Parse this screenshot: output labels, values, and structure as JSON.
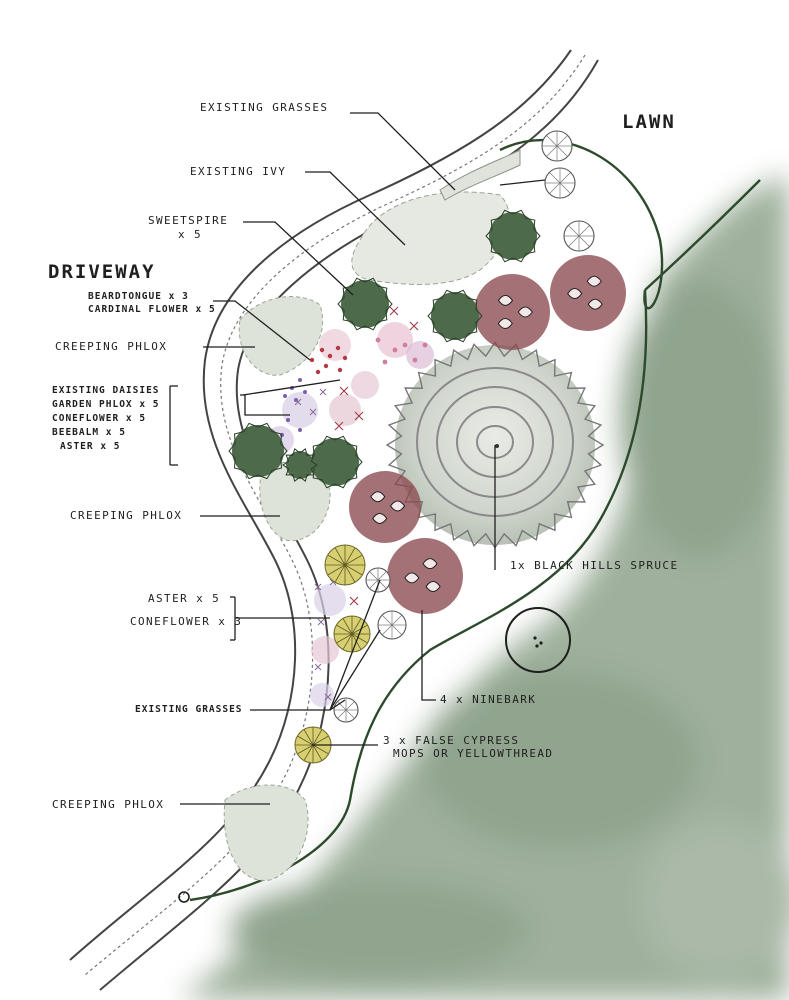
{
  "labels": {
    "lawn": "LAWN",
    "driveway": "DRIVEWAY",
    "existing_grasses_top": "EXISTING GRASSES",
    "existing_ivy": "EXISTING IVY",
    "sweetspire_1": "SWEETSPIRE",
    "sweetspire_2": "x 5",
    "beardtongue": "BEARDTONGUE x 3",
    "cardinal_flower": "CARDINAL FLOWER x 5",
    "creeping_phlox_1": "CREEPING PHLOX",
    "existing_daisies": "EXISTING DAISIES",
    "garden_phlox": "GARDEN PHLOX x 5",
    "coneflower_5": "CONEFLOWER x 5",
    "beebalm": "BEEBALM x 5",
    "aster_5_a": "ASTER x 5",
    "creeping_phlox_2": "CREEPING PHLOX",
    "black_hills_spruce": "1x BLACK HILLS SPRUCE",
    "aster_5_b": "ASTER x 5",
    "coneflower_3": "CONEFLOWER x 3",
    "existing_grasses_bottom": "EXISTING GRASSES",
    "ninebark": "4 x NINEBARK",
    "false_cypress_1": "3 x FALSE CYPRESS",
    "false_cypress_2": "MOPS OR YELLOWTHREAD",
    "creeping_phlox_3": "CREEPING PHLOX"
  },
  "colors": {
    "ink": "#1f1f1f",
    "ninebark": "#8a4a50",
    "evergreen": "#4d6b4a",
    "woodland": "#6f8a6c",
    "false_cypress": "#d8cf72",
    "ivy": "#e4e7e1",
    "phlox": "#dfe5dc",
    "flower_pink": "#d06a8a",
    "flower_purple": "#8a78b8",
    "flower_red": "#b43844"
  }
}
